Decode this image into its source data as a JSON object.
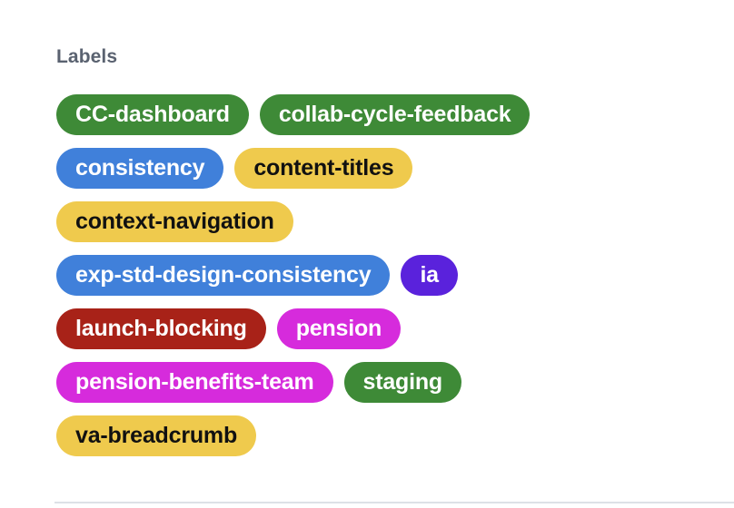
{
  "panel": {
    "heading": "Labels",
    "heading_color": "#5a6270",
    "background": "#ffffff",
    "divider_color": "#dde1e6"
  },
  "palette": {
    "green": "#3e8a37",
    "blue": "#4080da",
    "yellow": "#efca4d",
    "purple": "#5a22dc",
    "dark_red": "#a82218",
    "magenta": "#d62bdc",
    "text_light": "#ffffff",
    "text_dark": "#111111"
  },
  "labels": {
    "rows": [
      {
        "items": [
          {
            "text": "CC-dashboard",
            "bg": "#3e8a37",
            "fg": "#ffffff"
          },
          {
            "text": "collab-cycle-feedback",
            "bg": "#3e8a37",
            "fg": "#ffffff"
          }
        ]
      },
      {
        "items": [
          {
            "text": "consistency",
            "bg": "#4080da",
            "fg": "#ffffff"
          },
          {
            "text": "content-titles",
            "bg": "#efca4d",
            "fg": "#111111"
          }
        ]
      },
      {
        "items": [
          {
            "text": "context-navigation",
            "bg": "#efca4d",
            "fg": "#111111"
          }
        ]
      },
      {
        "items": [
          {
            "text": "exp-std-design-consistency",
            "bg": "#4080da",
            "fg": "#ffffff"
          },
          {
            "text": "ia",
            "bg": "#5a22dc",
            "fg": "#ffffff"
          }
        ]
      },
      {
        "items": [
          {
            "text": "launch-blocking",
            "bg": "#a82218",
            "fg": "#ffffff"
          },
          {
            "text": "pension",
            "bg": "#d62bdc",
            "fg": "#ffffff"
          }
        ]
      },
      {
        "items": [
          {
            "text": "pension-benefits-team",
            "bg": "#d62bdc",
            "fg": "#ffffff"
          },
          {
            "text": "staging",
            "bg": "#3e8a37",
            "fg": "#ffffff"
          }
        ]
      },
      {
        "items": [
          {
            "text": "va-breadcrumb",
            "bg": "#efca4d",
            "fg": "#111111"
          }
        ]
      }
    ]
  }
}
